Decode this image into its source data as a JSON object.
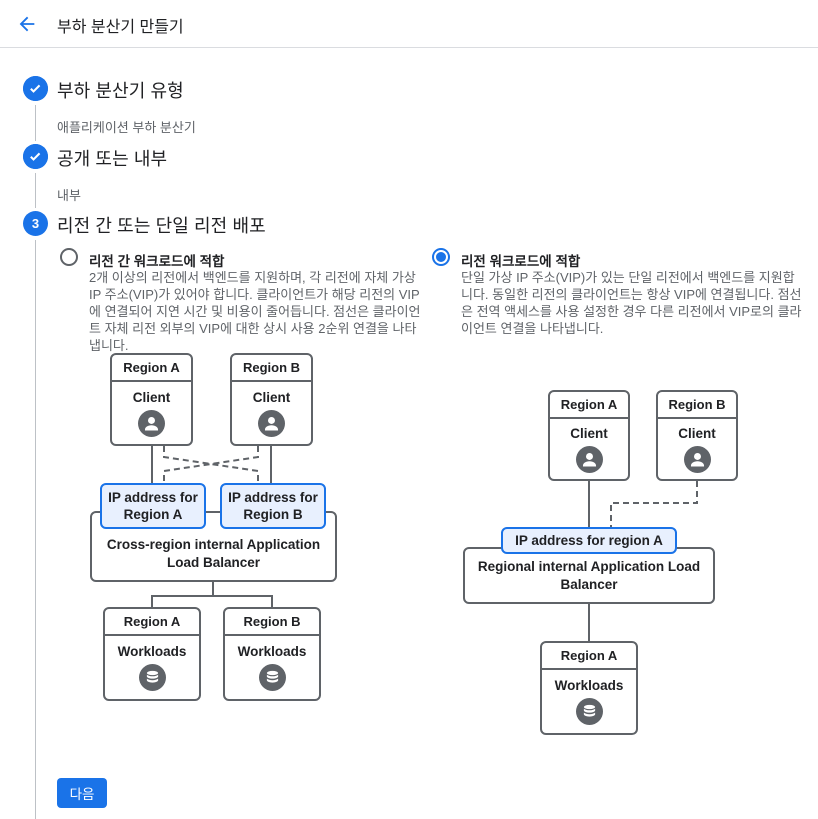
{
  "header": {
    "title": "부하 분산기 만들기",
    "back_icon": "arrow-back"
  },
  "colors": {
    "accent": "#1a73e8",
    "ip_box_fill": "#e8f0fe",
    "ip_box_border": "#1a73e8",
    "diagram_border": "#5f6368",
    "text_secondary": "#5f6368"
  },
  "steps": [
    {
      "number": "1",
      "state": "complete",
      "title": "부하 분산기 유형",
      "subtitle": "애플리케이션 부하 분산기"
    },
    {
      "number": "2",
      "state": "complete",
      "title": "공개 또는 내부",
      "subtitle": "내부"
    },
    {
      "number": "3",
      "state": "active",
      "title": "리전 간 또는 단일 리전 배포"
    }
  ],
  "options": [
    {
      "selected": false,
      "title": "리전 간 워크로드에 적합",
      "description": "2개 이상의 리전에서 백엔드를 지원하며, 각 리전에 자체 가상 IP 주소(VIP)가 있어야 합니다. 클라이언트가 해당 리전의 VIP에 연결되어 지연 시간 및 비용이 줄어듭니다. 점선은 클라이언트 자체 리전 외부의 VIP에 대한 상시 사용 2순위 연결을 나타냅니다."
    },
    {
      "selected": true,
      "title": "리전 워크로드에 적합",
      "description": "단일 가상 IP 주소(VIP)가 있는 단일 리전에서 백엔드를 지원합니다. 동일한 리전의 클라이언트는 항상 VIP에 연결됩니다. 점선은 전역 액세스를 사용 설정한 경우 다른 리전에서 VIP로의 클라이언트 연결을 나타냅니다."
    }
  ],
  "diagrams": {
    "cross_region": {
      "clients": [
        {
          "region": "Region A",
          "label": "Client",
          "icon": "person-icon"
        },
        {
          "region": "Region B",
          "label": "Client",
          "icon": "person-icon"
        }
      ],
      "ip_boxes": [
        "IP address for Region A",
        "IP address for Region B"
      ],
      "lb_label": "Cross-region internal Application Load Balancer",
      "workloads": [
        {
          "region": "Region A",
          "label": "Workloads",
          "icon": "database-icon"
        },
        {
          "region": "Region B",
          "label": "Workloads",
          "icon": "database-icon"
        }
      ]
    },
    "regional": {
      "clients": [
        {
          "region": "Region A",
          "label": "Client",
          "icon": "person-icon"
        },
        {
          "region": "Region B",
          "label": "Client",
          "icon": "person-icon"
        }
      ],
      "ip_boxes": [
        "IP address for region A"
      ],
      "lb_label": "Regional internal Application Load Balancer",
      "workloads": [
        {
          "region": "Region A",
          "label": "Workloads",
          "icon": "database-icon"
        }
      ]
    }
  },
  "footer": {
    "next_label": "다음"
  }
}
